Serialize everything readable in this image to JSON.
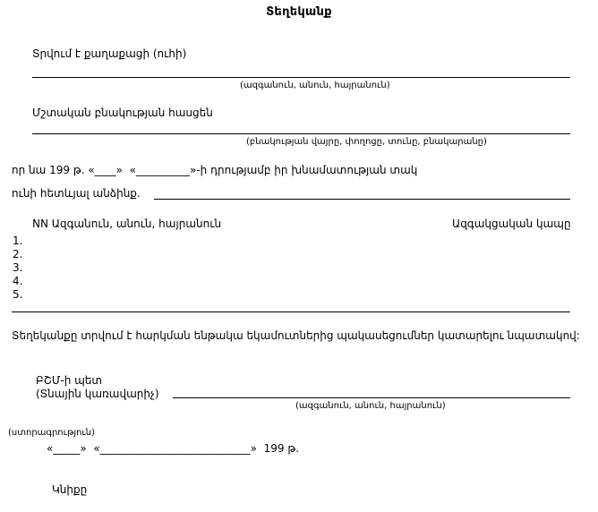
{
  "document": {
    "title": "Տեղեկանք",
    "lines": {
      "issued_to_label": "Տրվում է քաղաքացի (ուհի)",
      "name_caption": "(ազգանուն, անուն, հայրանուն)",
      "address_label": "Մշտական բնակության հասցեն",
      "address_caption": "(բնակության վայրը, փողոցը, տունը, բնակարանը)",
      "statement_line1": "որ նա 199 թ. «____»  «__________»-ի դրությամբ իր խնամատության տակ",
      "statement_line2": "ունի հետևյալ անձինք."
    },
    "table": {
      "header_left": "NN Ազգանուն, անուն, հայրանուն",
      "header_right": "Ազգակցական կապը",
      "rows": [
        "1.",
        "2.",
        "3.",
        "4.",
        "5."
      ]
    },
    "purpose": {
      "text": "Տեղեկանքը տրվում է հարկման ենթակա եկամուտներից պակասեցումներ կատարելու նպատակով:"
    },
    "signature": {
      "role_line1": "ԲՇՄ-ի պետ",
      "role_line2": "(Տնային կառավարիչ)",
      "name_caption": "(ազգանուն, անուն, հայրանուն)",
      "signature_caption": "(ստորագրություն)",
      "date_line": "«_____»  «____________________________»  199 թ.",
      "seal_label": "Կնիքը"
    }
  }
}
